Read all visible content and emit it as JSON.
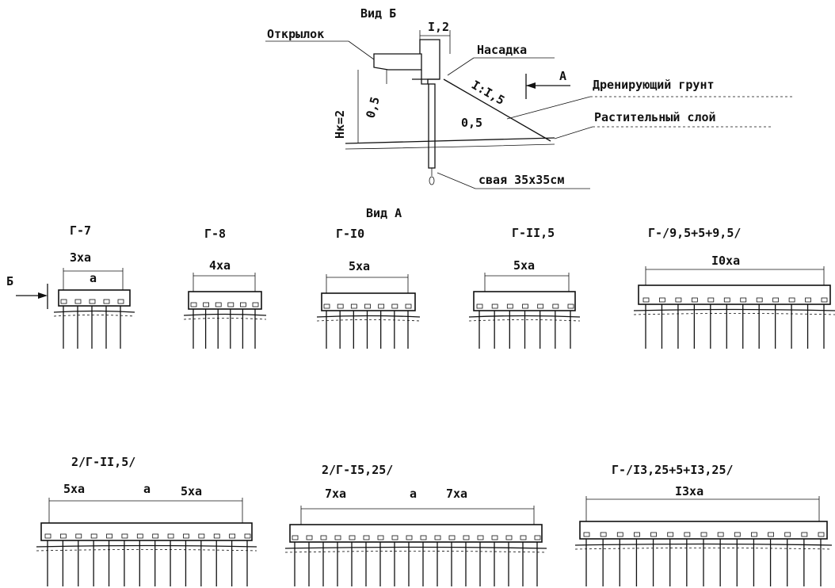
{
  "view_b": {
    "title": "Вид Б",
    "dim_top": "I,2",
    "wing": "Открылок",
    "cap": "Насадка",
    "slope": "I:I,5",
    "arrow_a": "А",
    "drain": "Дренирующий грунт",
    "dim_left": "0,5",
    "dim_right": "0,5",
    "height": "Нк=2",
    "soil": "Растительный слой",
    "pile": "свая 35х35см"
  },
  "view_a": {
    "title": "Вид А",
    "arrow_b": "Б"
  },
  "variants": [
    {
      "name": "Г-7",
      "dim": "3ха",
      "sub": "а",
      "piles": 5
    },
    {
      "name": "Г-8",
      "dim": "4ха",
      "piles": 6
    },
    {
      "name": "Г-I0",
      "dim": "5ха",
      "piles": 7
    },
    {
      "name": "Г-II,5",
      "dim": "5ха",
      "piles": 7
    },
    {
      "name": "Г-/9,5+5+9,5/",
      "dim": "I0ха",
      "piles": 12
    },
    {
      "name": "2/Г-II,5/",
      "dim_l": "5ха",
      "mid": "а",
      "dim_r": "5ха",
      "piles": 14
    },
    {
      "name": "2/Г-I5,25/",
      "dim_l": "7ха",
      "mid": "а",
      "dim_r": "7ха",
      "piles": 18
    },
    {
      "name": "Г-/I3,25+5+I3,25/",
      "dim": "I3ха",
      "piles": 15
    }
  ]
}
